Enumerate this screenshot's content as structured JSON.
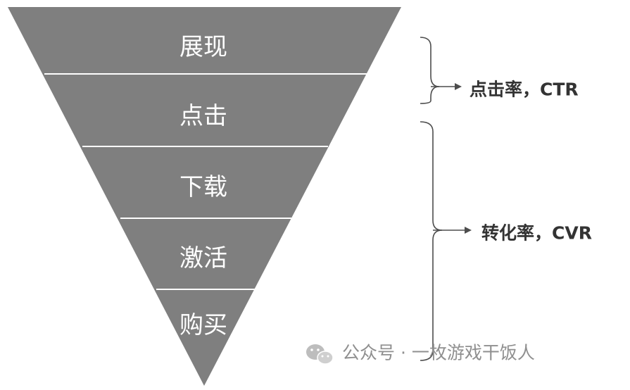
{
  "funnel": {
    "color": "#7f7f7f",
    "divider_color": "#ffffff",
    "stages": [
      {
        "label": "展现"
      },
      {
        "label": "点击"
      },
      {
        "label": "下载"
      },
      {
        "label": "激活"
      },
      {
        "label": "购买"
      }
    ]
  },
  "metrics": [
    {
      "label": "点击率，CTR"
    },
    {
      "label": "转化率，CVR"
    }
  ],
  "watermark": {
    "icon": "wechat-icon",
    "text": "公众号 · 一枚游戏干饭人"
  }
}
